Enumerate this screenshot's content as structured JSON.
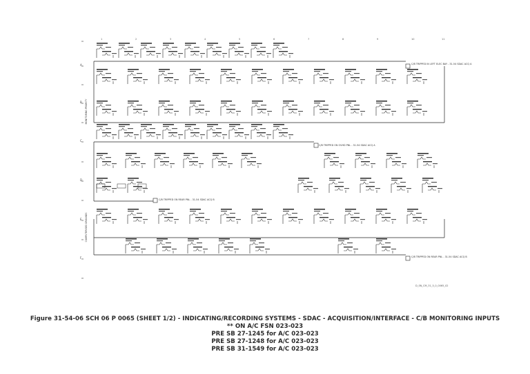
{
  "diagram": {
    "column_numbers": [
      "1",
      "2",
      "3",
      "4",
      "5",
      "6",
      "7",
      "8",
      "9",
      "10",
      "11"
    ],
    "row_letters": [
      "A",
      "B",
      "C",
      "D",
      "E",
      "F"
    ],
    "left_labels": [
      "MONITORING PRIORITY",
      "COMPUTERISED GROUNDS"
    ],
    "callouts": [
      "C/B TRIPPED IN LEFT ELEC BAY - 31-54 SDAC ACQ A",
      "C/B TRIPPED ON OVHD PNL - 31-54 SDAC ACQ A",
      "C/B TRIPPED ON REAR PNL - 31-54 SDAC ACQ B",
      "C/B TRIPPED ON REAR PNL - 31-54 SDAC ACQ B"
    ],
    "drawing_ref": "D_SN_CM_31_5_0_0065_02"
  },
  "caption": {
    "line1": "Figure 31-54-06 SCH 06 P 0065 (SHEET 1/2) - INDICATING/RECORDING SYSTEMS - SDAC - ACQUISITION/INTERFACE - C/B MONITORING INPUTS",
    "line2": "** ON A/C FSN 023-023",
    "line3": "PRE SB 27-1245 for A/C 023-023",
    "line4": "PRE SB 27-1248 for A/C 023-023",
    "line5": "PRE SB 31-1549 for A/C 023-023"
  }
}
